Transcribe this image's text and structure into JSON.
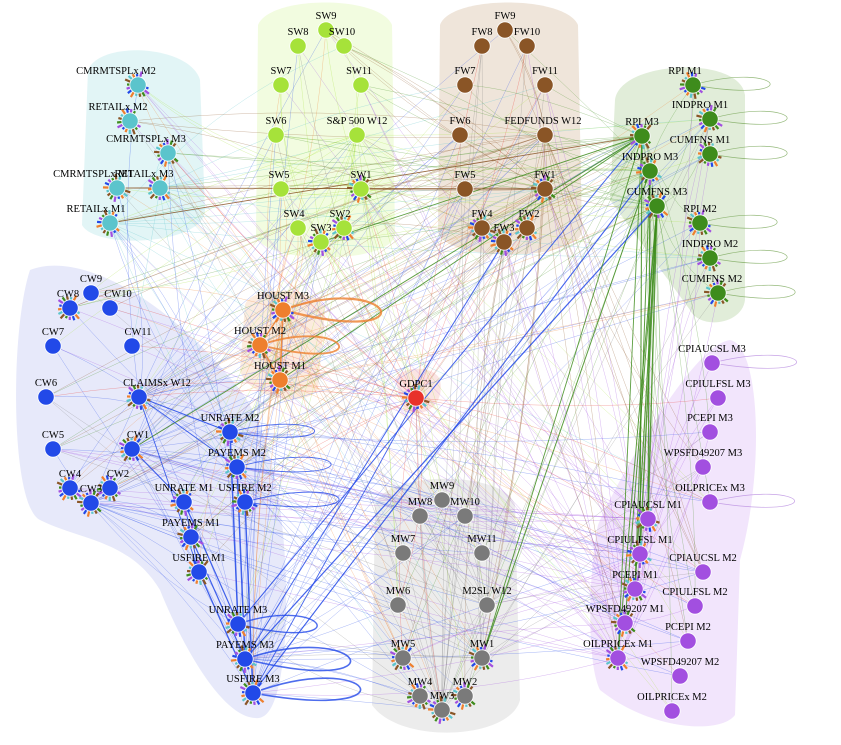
{
  "graph": {
    "groups": [
      {
        "id": "cmrmt",
        "color": "#5bc4cc"
      },
      {
        "id": "sw",
        "color": "#a6e23a"
      },
      {
        "id": "fw",
        "color": "#8a5526"
      },
      {
        "id": "rpi",
        "color": "#3e8c1c"
      },
      {
        "id": "cw",
        "color": "#2249e8"
      },
      {
        "id": "houst",
        "color": "#ee7f2d"
      },
      {
        "id": "gdp",
        "color": "#e8322a"
      },
      {
        "id": "mw",
        "color": "#7a7a7a"
      },
      {
        "id": "cpi",
        "color": "#a24fe0"
      }
    ],
    "nodes": [
      {
        "id": "CMRMTSPLx M2",
        "label": "CMRMTSPLx M2",
        "group": "cmrmt"
      },
      {
        "id": "RETAILx M2",
        "label": "RETAILx M2",
        "group": "cmrmt"
      },
      {
        "id": "CMRMTSPLx M3",
        "label": "CMRMTSPLx M3",
        "group": "cmrmt"
      },
      {
        "id": "CMRMTSPLx M1",
        "label": "CMRMTSPLx M1",
        "group": "cmrmt"
      },
      {
        "id": "RETAILx M3",
        "label": "RETAILx M3",
        "group": "cmrmt"
      },
      {
        "id": "RETAILx M1",
        "label": "RETAILx M1",
        "group": "cmrmt"
      },
      {
        "id": "SW9",
        "label": "SW9",
        "group": "sw"
      },
      {
        "id": "SW8",
        "label": "SW8",
        "group": "sw"
      },
      {
        "id": "SW10",
        "label": "SW10",
        "group": "sw"
      },
      {
        "id": "SW7",
        "label": "SW7",
        "group": "sw"
      },
      {
        "id": "SW11",
        "label": "SW11",
        "group": "sw"
      },
      {
        "id": "SW6",
        "label": "SW6",
        "group": "sw"
      },
      {
        "id": "S&P 500 W12",
        "label": "S&P 500 W12",
        "group": "sw"
      },
      {
        "id": "SW5",
        "label": "SW5",
        "group": "sw"
      },
      {
        "id": "SW1",
        "label": "SW1",
        "group": "sw"
      },
      {
        "id": "SW4",
        "label": "SW4",
        "group": "sw"
      },
      {
        "id": "SW2",
        "label": "SW2",
        "group": "sw"
      },
      {
        "id": "SW3",
        "label": "SW3",
        "group": "sw"
      },
      {
        "id": "FW9",
        "label": "FW9",
        "group": "fw"
      },
      {
        "id": "FW8",
        "label": "FW8",
        "group": "fw"
      },
      {
        "id": "FW10",
        "label": "FW10",
        "group": "fw"
      },
      {
        "id": "FW7",
        "label": "FW7",
        "group": "fw"
      },
      {
        "id": "FW11",
        "label": "FW11",
        "group": "fw"
      },
      {
        "id": "FW6",
        "label": "FW6",
        "group": "fw"
      },
      {
        "id": "FEDFUNDS W12",
        "label": "FEDFUNDS W12",
        "group": "fw"
      },
      {
        "id": "FW5",
        "label": "FW5",
        "group": "fw"
      },
      {
        "id": "FW1",
        "label": "FW1",
        "group": "fw"
      },
      {
        "id": "FW4",
        "label": "FW4",
        "group": "fw"
      },
      {
        "id": "FW2",
        "label": "FW2",
        "group": "fw"
      },
      {
        "id": "FW3",
        "label": "FW3",
        "group": "fw"
      },
      {
        "id": "RPI M1",
        "label": "RPI M1",
        "group": "rpi"
      },
      {
        "id": "INDPRO M1",
        "label": "INDPRO M1",
        "group": "rpi"
      },
      {
        "id": "RPI M3",
        "label": "RPI M3",
        "group": "rpi"
      },
      {
        "id": "CUMFNS M1",
        "label": "CUMFNS M1",
        "group": "rpi"
      },
      {
        "id": "INDPRO M3",
        "label": "INDPRO M3",
        "group": "rpi"
      },
      {
        "id": "CUMFNS M3",
        "label": "CUMFNS M3",
        "group": "rpi"
      },
      {
        "id": "RPI M2",
        "label": "RPI M2",
        "group": "rpi"
      },
      {
        "id": "INDPRO M2",
        "label": "INDPRO M2",
        "group": "rpi"
      },
      {
        "id": "CUMFNS M2",
        "label": "CUMFNS M2",
        "group": "rpi"
      },
      {
        "id": "CW9",
        "label": "CW9",
        "group": "cw"
      },
      {
        "id": "CW8",
        "label": "CW8",
        "group": "cw"
      },
      {
        "id": "CW10",
        "label": "CW10",
        "group": "cw"
      },
      {
        "id": "CW7",
        "label": "CW7",
        "group": "cw"
      },
      {
        "id": "CW11",
        "label": "CW11",
        "group": "cw"
      },
      {
        "id": "CW6",
        "label": "CW6",
        "group": "cw"
      },
      {
        "id": "CLAIMSx W12",
        "label": "CLAIMSx W12",
        "group": "cw"
      },
      {
        "id": "CW5",
        "label": "CW5",
        "group": "cw"
      },
      {
        "id": "CW1",
        "label": "CW1",
        "group": "cw"
      },
      {
        "id": "CW4",
        "label": "CW4",
        "group": "cw"
      },
      {
        "id": "CW2",
        "label": "CW2",
        "group": "cw"
      },
      {
        "id": "CW3",
        "label": "CW3",
        "group": "cw"
      },
      {
        "id": "UNRATE M2",
        "label": "UNRATE M2",
        "group": "cw"
      },
      {
        "id": "PAYEMS M2",
        "label": "PAYEMS M2",
        "group": "cw"
      },
      {
        "id": "UNRATE M1",
        "label": "UNRATE M1",
        "group": "cw"
      },
      {
        "id": "USFIRE M2",
        "label": "USFIRE M2",
        "group": "cw"
      },
      {
        "id": "PAYEMS M1",
        "label": "PAYEMS M1",
        "group": "cw"
      },
      {
        "id": "USFIRE M1",
        "label": "USFIRE M1",
        "group": "cw"
      },
      {
        "id": "UNRATE M3",
        "label": "UNRATE M3",
        "group": "cw"
      },
      {
        "id": "PAYEMS M3",
        "label": "PAYEMS M3",
        "group": "cw"
      },
      {
        "id": "USFIRE M3",
        "label": "USFIRE M3",
        "group": "cw"
      },
      {
        "id": "HOUST M3",
        "label": "HOUST M3",
        "group": "houst"
      },
      {
        "id": "HOUST M2",
        "label": "HOUST M2",
        "group": "houst"
      },
      {
        "id": "HOUST M1",
        "label": "HOUST M1",
        "group": "houst"
      },
      {
        "id": "GDPC1",
        "label": "GDPC1",
        "group": "gdp"
      },
      {
        "id": "MW9",
        "label": "MW9",
        "group": "mw"
      },
      {
        "id": "MW8",
        "label": "MW8",
        "group": "mw"
      },
      {
        "id": "MW10",
        "label": "MW10",
        "group": "mw"
      },
      {
        "id": "MW7",
        "label": "MW7",
        "group": "mw"
      },
      {
        "id": "MW11",
        "label": "MW11",
        "group": "mw"
      },
      {
        "id": "MW6",
        "label": "MW6",
        "group": "mw"
      },
      {
        "id": "M2SL W12",
        "label": "M2SL W12",
        "group": "mw"
      },
      {
        "id": "MW5",
        "label": "MW5",
        "group": "mw"
      },
      {
        "id": "MW1",
        "label": "MW1",
        "group": "mw"
      },
      {
        "id": "MW4",
        "label": "MW4",
        "group": "mw"
      },
      {
        "id": "MW2",
        "label": "MW2",
        "group": "mw"
      },
      {
        "id": "MW3",
        "label": "MW3",
        "group": "mw"
      },
      {
        "id": "CPIAUCSL M3",
        "label": "CPIAUCSL M3",
        "group": "cpi"
      },
      {
        "id": "CPIULFSL M3",
        "label": "CPIULFSL M3",
        "group": "cpi"
      },
      {
        "id": "PCEPI M3",
        "label": "PCEPI M3",
        "group": "cpi"
      },
      {
        "id": "WPSFD49207 M3",
        "label": "WPSFD49207 M3",
        "group": "cpi"
      },
      {
        "id": "OILPRICEx M3",
        "label": "OILPRICEx M3",
        "group": "cpi"
      },
      {
        "id": "CPIAUCSL M1",
        "label": "CPIAUCSL M1",
        "group": "cpi"
      },
      {
        "id": "CPIULFSL M1",
        "label": "CPIULFSL M1",
        "group": "cpi"
      },
      {
        "id": "CPIAUCSL M2",
        "label": "CPIAUCSL M2",
        "group": "cpi"
      },
      {
        "id": "PCEPI M1",
        "label": "PCEPI M1",
        "group": "cpi"
      },
      {
        "id": "CPIULFSL M2",
        "label": "CPIULFSL M2",
        "group": "cpi"
      },
      {
        "id": "WPSFD49207 M1",
        "label": "WPSFD49207 M1",
        "group": "cpi"
      },
      {
        "id": "PCEPI M2",
        "label": "PCEPI M2",
        "group": "cpi"
      },
      {
        "id": "OILPRICEx M1",
        "label": "OILPRICEx M1",
        "group": "cpi"
      },
      {
        "id": "WPSFD49207 M2",
        "label": "WPSFD49207 M2",
        "group": "cpi"
      },
      {
        "id": "OILPRICEx M2",
        "label": "OILPRICEx M2",
        "group": "cpi"
      }
    ]
  }
}
